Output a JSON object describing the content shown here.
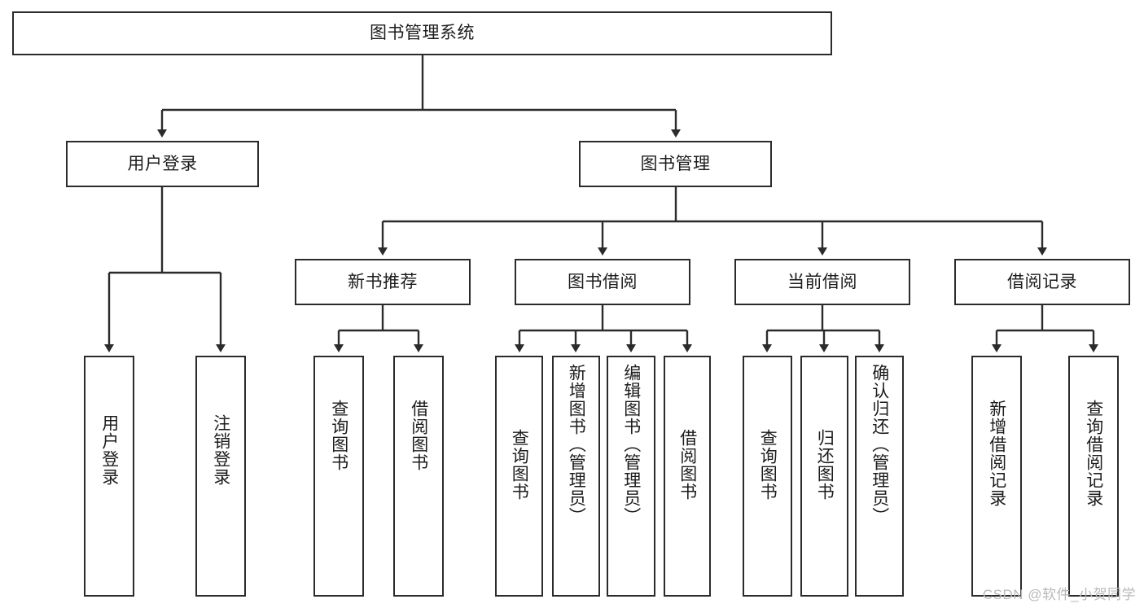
{
  "diagram": {
    "title": "图书管理系统",
    "type": "tree-hierarchy",
    "root": {
      "label": "图书管理系统"
    },
    "level2": [
      {
        "label": "用户登录"
      },
      {
        "label": "图书管理"
      }
    ],
    "level3": [
      {
        "label": "新书推荐"
      },
      {
        "label": "图书借阅"
      },
      {
        "label": "当前借阅"
      },
      {
        "label": "借阅记录"
      }
    ],
    "leaves": {
      "user_login": [
        {
          "label": "用户登录"
        },
        {
          "label": "注销登录"
        }
      ],
      "new_book_recommend": [
        {
          "label": "查询图书"
        },
        {
          "label": "借阅图书"
        }
      ],
      "book_borrow": [
        {
          "label": "查询图书"
        },
        {
          "label": "新增图书（管理员）"
        },
        {
          "label": "编辑图书（管理员）"
        },
        {
          "label": "借阅图书"
        }
      ],
      "current_borrow": [
        {
          "label": "查询图书"
        },
        {
          "label": "归还图书"
        },
        {
          "label": "确认归还（管理员）"
        }
      ],
      "borrow_record": [
        {
          "label": "新增借阅记录"
        },
        {
          "label": "查询借阅记录"
        }
      ]
    }
  },
  "watermark": {
    "text": "CSDN @软件_小贺同学"
  },
  "colors": {
    "stroke": "#2b2b2b",
    "background": "#ffffff",
    "text": "#1c1c1c",
    "watermark": "#b9b9b9"
  }
}
